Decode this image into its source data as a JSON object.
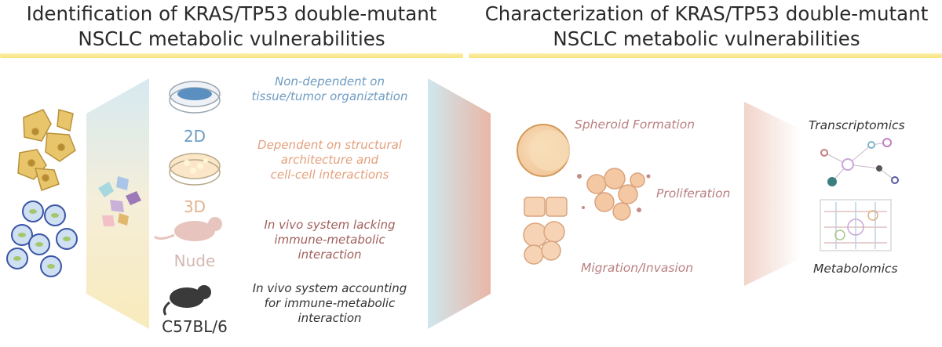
{
  "left_title": {
    "line1": "Identification of KRAS/TP53 double-mutant",
    "line2": "NSCLC metabolic vulnerabilities"
  },
  "right_title": {
    "line1": "Characterization of KRAS/TP53 double-mutant",
    "line2": "NSCLC metabolic vulnerabilities"
  },
  "models": [
    {
      "name": "2D",
      "color": "#6f9cc2",
      "description": [
        "Non-dependent on",
        "tissue/tumor organiztation"
      ],
      "desc_color": "#6f9cc2"
    },
    {
      "name": "3D",
      "color": "#e4b28f",
      "description": [
        "Dependent on structural",
        "architecture and",
        "cell-cell interactions"
      ],
      "desc_color": "#e4a07c"
    },
    {
      "name": "Nude",
      "color": "#d4b8b2",
      "description": [
        "In vivo system lacking",
        "immune-metabolic",
        "interaction"
      ],
      "desc_color": "#a05f5b"
    },
    {
      "name": "C57BL/6",
      "color": "#333333",
      "description": [
        "In vivo system accounting",
        "for immune-metabolic",
        "interaction"
      ],
      "desc_color": "#333333"
    }
  ],
  "assays": {
    "spheroid": "Spheroid Formation",
    "proliferation": "Proliferation",
    "migration": "Migration/Invasion"
  },
  "omics": {
    "transcriptomics": "Transcriptomics",
    "metabolomics": "Metabolomics"
  },
  "colors": {
    "title_rule": "#f7e27a",
    "cell_yellow": "#d9b24a",
    "cell_line_blue": "#3a55a5",
    "funnel_blue": "#cfe6ee",
    "funnel_pink": "#e8b4a6"
  }
}
